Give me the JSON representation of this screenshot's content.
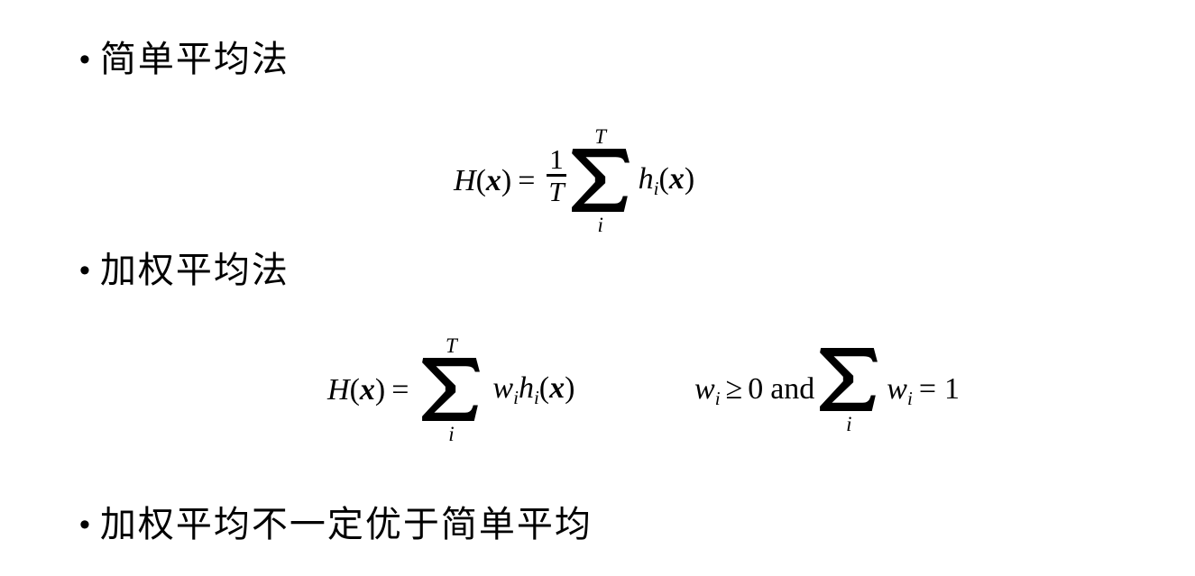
{
  "slide": {
    "background_color": "#ffffff",
    "text_color": "#000000",
    "bullets": [
      {
        "marker": "•",
        "text": "简单平均法"
      },
      {
        "marker": "•",
        "text": "加权平均法"
      },
      {
        "marker": "•",
        "text": "加权平均不一定优于简单平均"
      }
    ],
    "math": {
      "tokens": {
        "H": "H",
        "lparen": "(",
        "x": "x",
        "rparen": ")",
        "equals": "=",
        "sigma": "∑"
      },
      "simple_average": {
        "fraction": {
          "numerator": "1",
          "denominator": "T"
        },
        "sum": {
          "upper_limit": "T",
          "lower_index": "i"
        },
        "term_base": "h",
        "term_subscript": "i"
      },
      "weighted_average": {
        "sum": {
          "upper_limit": "T",
          "lower_index": "i"
        },
        "weight_base": "w",
        "weight_subscript": "i",
        "term_base": "h",
        "term_subscript": "i"
      },
      "constraint": {
        "weight_base": "w",
        "weight_subscript": "i",
        "geq": "≥",
        "zero": "0",
        "conjunction": "and",
        "sum_lower_index": "i",
        "equals": "=",
        "one": "1"
      }
    }
  }
}
